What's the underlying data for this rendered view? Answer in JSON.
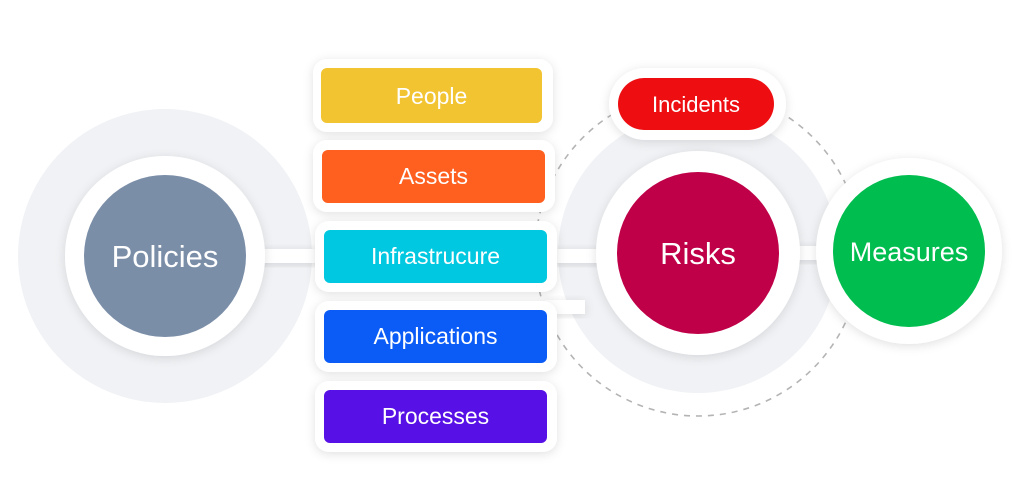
{
  "diagram": {
    "policies": {
      "label": "Policies",
      "color": "#7b8ea8"
    },
    "risks": {
      "label": "Risks",
      "color": "#bf0048"
    },
    "measures": {
      "label": "Measures",
      "color": "#00bd4f"
    },
    "incidents": {
      "label": "Incidents",
      "color": "#ee0e12"
    },
    "categories": [
      {
        "label": "People",
        "color": "#f2c431"
      },
      {
        "label": "Assets",
        "color": "#ff5f1f"
      },
      {
        "label": "Infrastrucure",
        "color": "#00c8e0"
      },
      {
        "label": "Applications",
        "color": "#0b5cf7"
      },
      {
        "label": "Processes",
        "color": "#5710e5"
      }
    ],
    "colors": {
      "halo": "#f0f2f5",
      "frame": "#ffffff",
      "dashed_orbit": "#b4b4b4"
    }
  }
}
